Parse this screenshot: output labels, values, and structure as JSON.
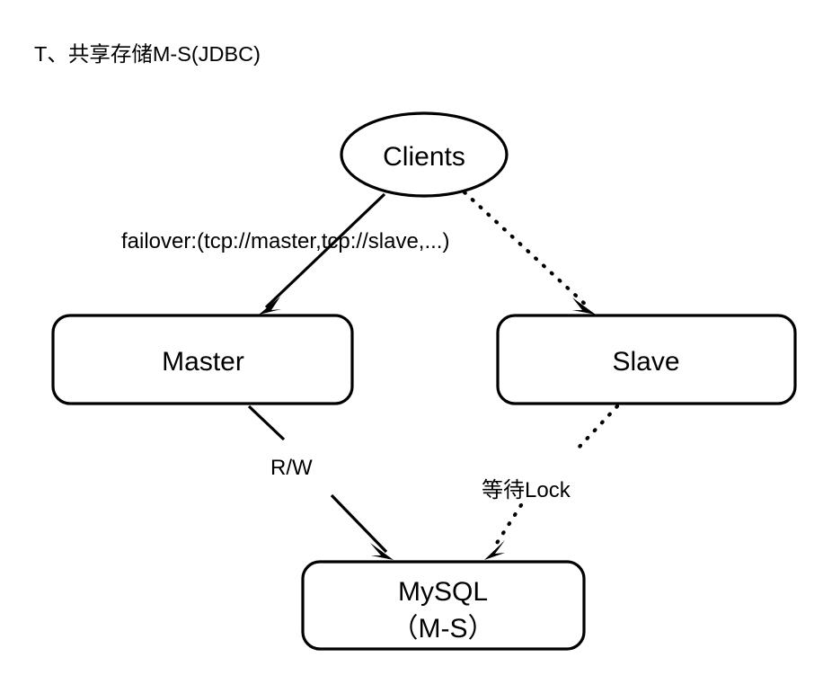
{
  "page": {
    "title": "T、共享存储M-S(JDBC)",
    "background_color": "#ffffff",
    "stroke_color": "#000000"
  },
  "nodes": {
    "clients": {
      "label": "Clients",
      "shape": "ellipse"
    },
    "master": {
      "label": "Master",
      "shape": "rounded-rect"
    },
    "slave": {
      "label": "Slave",
      "shape": "rounded-rect"
    },
    "mysql": {
      "label_line1": "MySQL",
      "label_line2": "（M-S）",
      "shape": "rounded-rect"
    }
  },
  "edges": {
    "clients_to_master": {
      "label": "failover:(tcp://master,tcp://slave,...)",
      "style": "solid"
    },
    "clients_to_slave": {
      "label": "",
      "style": "dotted"
    },
    "master_to_mysql": {
      "label": "R/W",
      "style": "solid"
    },
    "slave_to_mysql": {
      "label": "等待Lock",
      "style": "dotted"
    }
  }
}
